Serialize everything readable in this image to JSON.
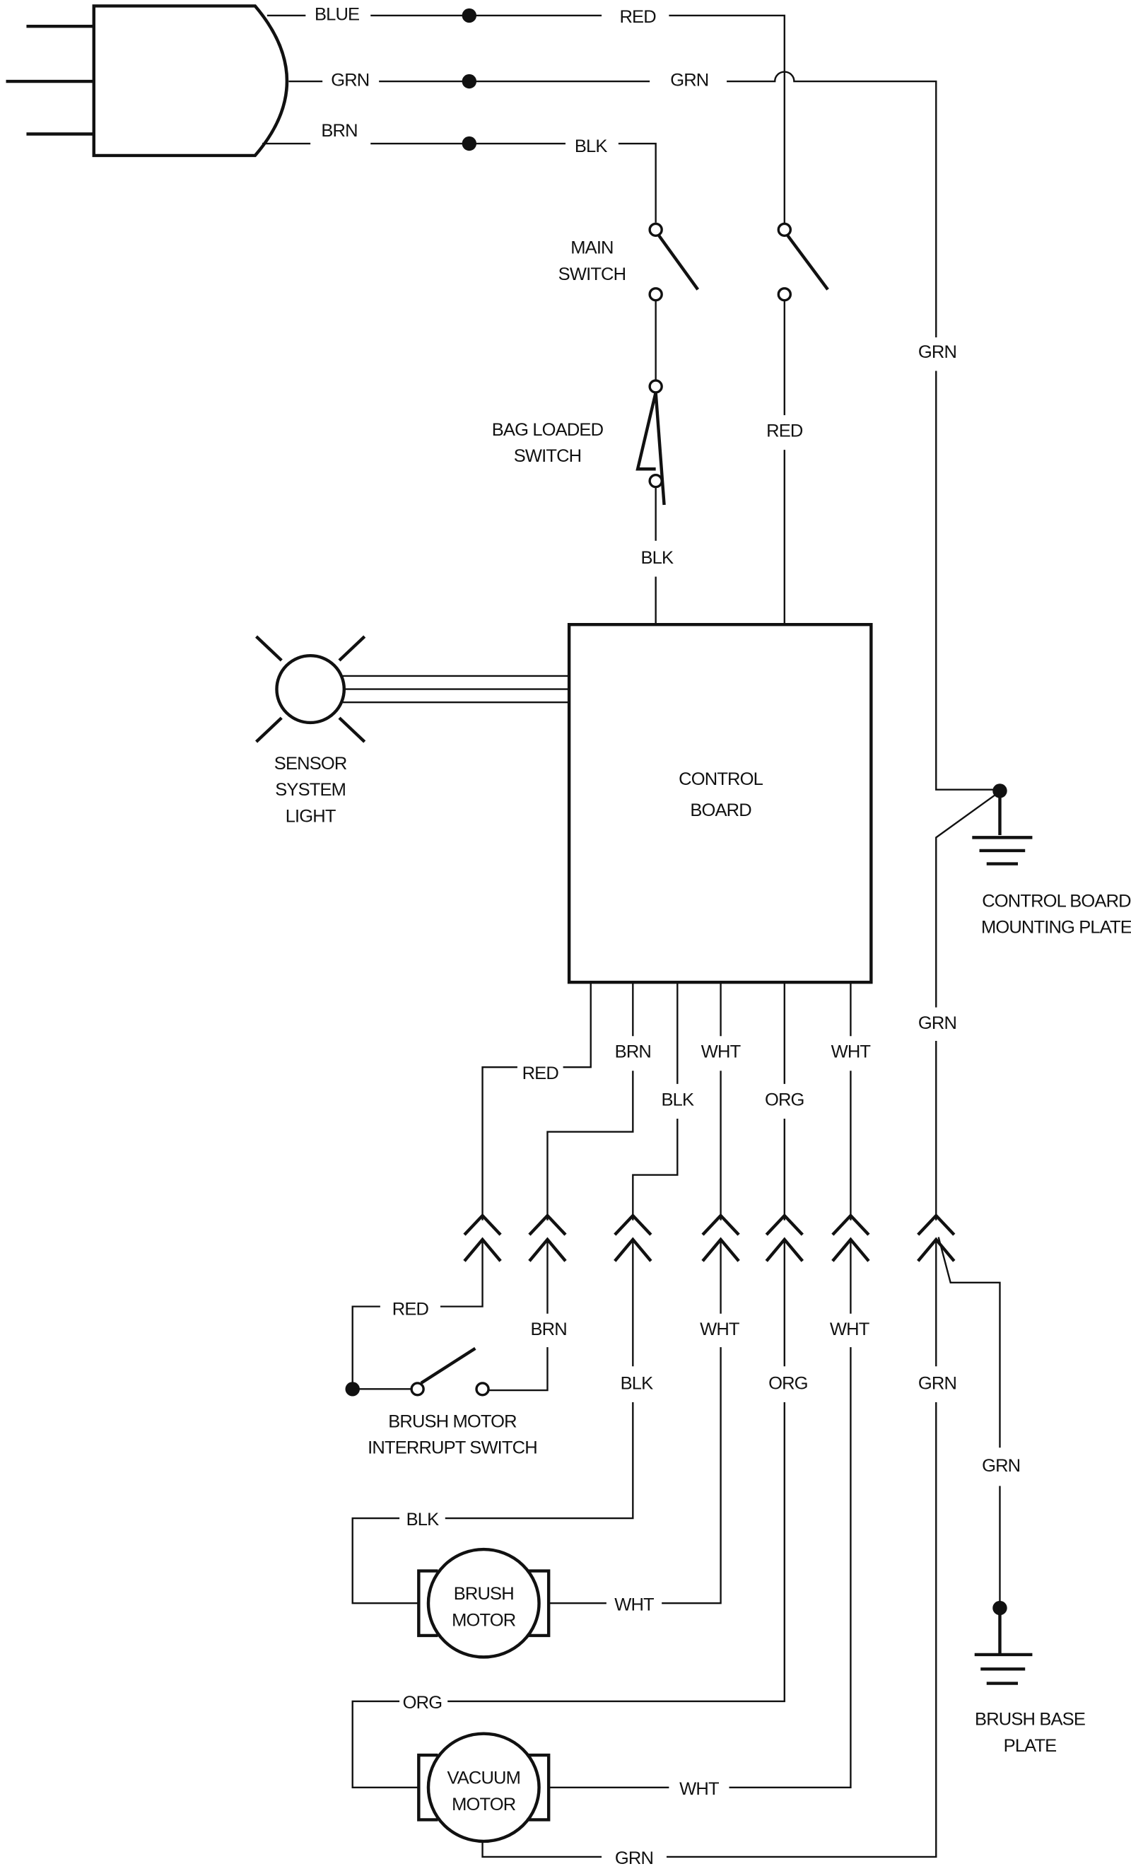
{
  "title": "Wiring diagram",
  "colors": {
    "line": "#111111",
    "background": "#ffffff"
  },
  "plug": {
    "wire_labels": [
      "BLUE",
      "GRN",
      "BRN"
    ]
  },
  "top_wires": {
    "red": "RED",
    "grn": "GRN",
    "blk": "BLK",
    "grn_right": "GRN",
    "red_down": "RED",
    "blk_down": "BLK"
  },
  "components": {
    "main_switch": [
      "MAIN",
      "SWITCH"
    ],
    "bag_loaded_switch": [
      "BAG LOADED",
      "SWITCH"
    ],
    "sensor_light": [
      "SENSOR",
      "SYSTEM",
      "LIGHT"
    ],
    "control_board": [
      "CONTROL",
      "BOARD"
    ],
    "control_board_ground": [
      "CONTROL BOARD",
      "MOUNTING PLATE"
    ],
    "brush_interrupt_switch": [
      "BRUSH MOTOR",
      "INTERRUPT SWITCH"
    ],
    "brush_motor": [
      "BRUSH",
      "MOTOR"
    ],
    "vacuum_motor": [
      "VACUUM",
      "MOTOR"
    ],
    "brush_base_plate": [
      "BRUSH BASE",
      "PLATE"
    ]
  },
  "board_outputs": {
    "upper": [
      "RED",
      "BRN",
      "BLK",
      "WHT",
      "ORG",
      "WHT",
      "GRN"
    ],
    "lower": [
      "RED",
      "BRN",
      "BLK",
      "WHT",
      "ORG",
      "WHT",
      "GRN"
    ],
    "grn_side": "GRN"
  },
  "motor_wires": {
    "brush_blk": "BLK",
    "brush_wht": "WHT",
    "vac_org": "ORG",
    "vac_wht": "WHT",
    "vac_grn": "GRN"
  },
  "connector_count": 7
}
